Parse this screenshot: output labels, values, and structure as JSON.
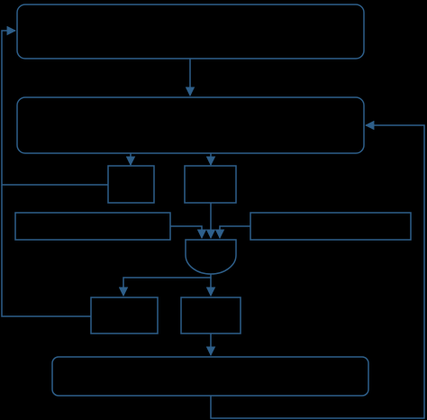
{
  "diagram": {
    "background": "#000000",
    "stroke_color": "#2e5f8a",
    "nodes": [
      {
        "id": "top-box",
        "shape": "rounded-rect",
        "label": ""
      },
      {
        "id": "second-box",
        "shape": "rounded-rect",
        "label": ""
      },
      {
        "id": "small-left-box",
        "shape": "rect",
        "label": ""
      },
      {
        "id": "small-right-box",
        "shape": "rect",
        "label": ""
      },
      {
        "id": "left-input-box",
        "shape": "rect",
        "label": ""
      },
      {
        "id": "right-input-box",
        "shape": "rect",
        "label": ""
      },
      {
        "id": "gate",
        "shape": "and-gate",
        "label": ""
      },
      {
        "id": "lower-left-box",
        "shape": "rect",
        "label": ""
      },
      {
        "id": "lower-right-box",
        "shape": "rect",
        "label": ""
      },
      {
        "id": "bottom-box",
        "shape": "rounded-rect",
        "label": ""
      }
    ],
    "edges": [
      {
        "id": "edge-top-to-second",
        "from": "top-box",
        "to": "second-box",
        "arrow": true
      },
      {
        "id": "edge-second-to-small-left",
        "from": "second-box",
        "to": "small-left-box",
        "arrow": true
      },
      {
        "id": "edge-second-to-small-right",
        "from": "second-box",
        "to": "small-right-box",
        "arrow": true
      },
      {
        "id": "edge-small-left-feedback-to-top",
        "from": "small-left-box",
        "to": "top-box",
        "arrow": true
      },
      {
        "id": "edge-small-right-to-gate",
        "from": "small-right-box",
        "to": "gate",
        "arrow": true
      },
      {
        "id": "edge-left-input-to-gate",
        "from": "left-input-box",
        "to": "gate",
        "arrow": true
      },
      {
        "id": "edge-right-input-to-gate",
        "from": "right-input-box",
        "to": "gate",
        "arrow": true
      },
      {
        "id": "edge-gate-to-lower-left",
        "from": "gate",
        "to": "lower-left-box",
        "arrow": true
      },
      {
        "id": "edge-gate-to-lower-right",
        "from": "gate",
        "to": "lower-right-box",
        "arrow": true
      },
      {
        "id": "edge-lower-left-feedback-to-top",
        "from": "lower-left-box",
        "to": "top-box",
        "arrow": false
      },
      {
        "id": "edge-lower-right-to-bottom",
        "from": "lower-right-box",
        "to": "bottom-box",
        "arrow": true
      },
      {
        "id": "edge-bottom-feedback-to-second",
        "from": "bottom-box",
        "to": "second-box",
        "arrow": true
      }
    ]
  }
}
